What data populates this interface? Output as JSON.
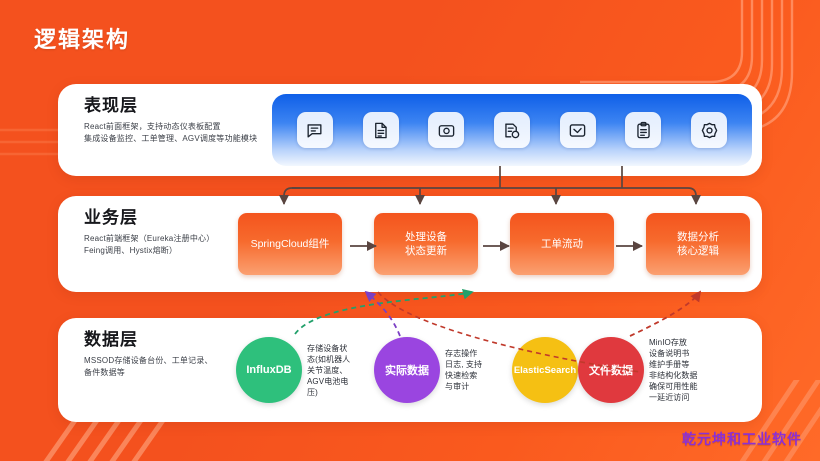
{
  "title": "逻辑架构",
  "brand": "乾元坤和工业软件",
  "colors": {
    "background": "#f4511e",
    "presentation_panel": "#0f5fe8",
    "business_box": "#f4541d",
    "influxdb": "#2ec07c",
    "actual_data": "#9a45e0",
    "elasticsearch": "#f5c013",
    "file_data": "#e0393e",
    "brand_text": "#8b2fd6"
  },
  "layers": {
    "presentation": {
      "title": "表现层",
      "desc": "React前面框架，支持动态仪表板配置\n集成设备监控、工单管理、AGV调度等功能模块",
      "icons": [
        {
          "name": "chat-icon"
        },
        {
          "name": "document-icon"
        },
        {
          "name": "camera-icon"
        },
        {
          "name": "document-clock-icon"
        },
        {
          "name": "inbox-icon"
        },
        {
          "name": "clipboard-icon"
        },
        {
          "name": "gear-icon"
        }
      ]
    },
    "business": {
      "title": "业务层",
      "desc": "React前端框架（Eureka注册中心）\nFeing调用、Hystix熔断）",
      "boxes": [
        {
          "label": "SpringCloud组件"
        },
        {
          "label": "处理设备\n状态更新"
        },
        {
          "label": "工单流动"
        },
        {
          "label": "数据分析\n核心逻辑"
        }
      ]
    },
    "data": {
      "title": "数据层",
      "desc": "MSSOD存储设备台份、工单记录、\n备件数据等",
      "items": [
        {
          "label": "InfluxDB",
          "color": "#2ec07c",
          "note": "存储设备状\n态(如机器人\n关节温度、\nAGV电池电\n压)"
        },
        {
          "label": "实际数据",
          "color": "#9a45e0",
          "note": "存志操作\n日志, 支持\n快速检索\n与审计"
        },
        {
          "label": "ElasticSearch",
          "color": "#f5c013",
          "note": ""
        },
        {
          "label": "文件数据",
          "color": "#e0393e",
          "note": "MinIO存放\n设备说明书\n维护手册等\n非结构化数据\n确保可用性能\n一延近访问"
        }
      ]
    }
  }
}
